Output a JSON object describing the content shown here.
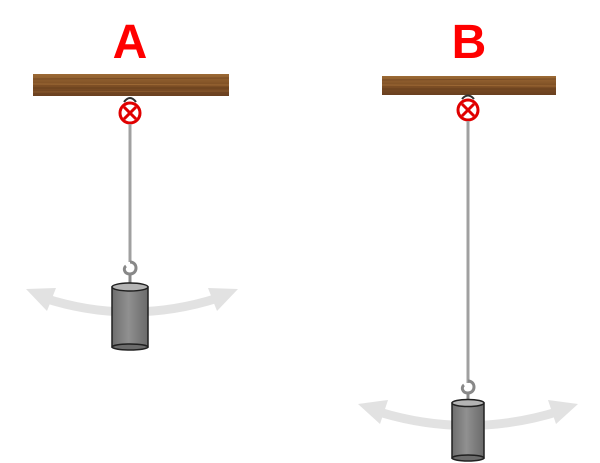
{
  "pendulums": [
    {
      "label": "A",
      "rope_length": "short"
    },
    {
      "label": "B",
      "rope_length": "long"
    }
  ],
  "colors": {
    "label": "#ff0000",
    "beam": "#8b5a2b",
    "beam_grain": "#6e4220",
    "pivot_ring": "#e00000",
    "rope": "#a0a0a0",
    "hook": "#888888",
    "weight_body": "#808080",
    "weight_top": "#b4b4b4",
    "weight_outline": "#202020",
    "swing_arrow": "#e2e2e2"
  },
  "icons": {
    "beam": "wooden-beam",
    "pivot": "pivot-ring-x-icon",
    "hook": "hook-icon",
    "weight": "cylinder-weight",
    "swing": "double-headed-curved-arrow"
  }
}
